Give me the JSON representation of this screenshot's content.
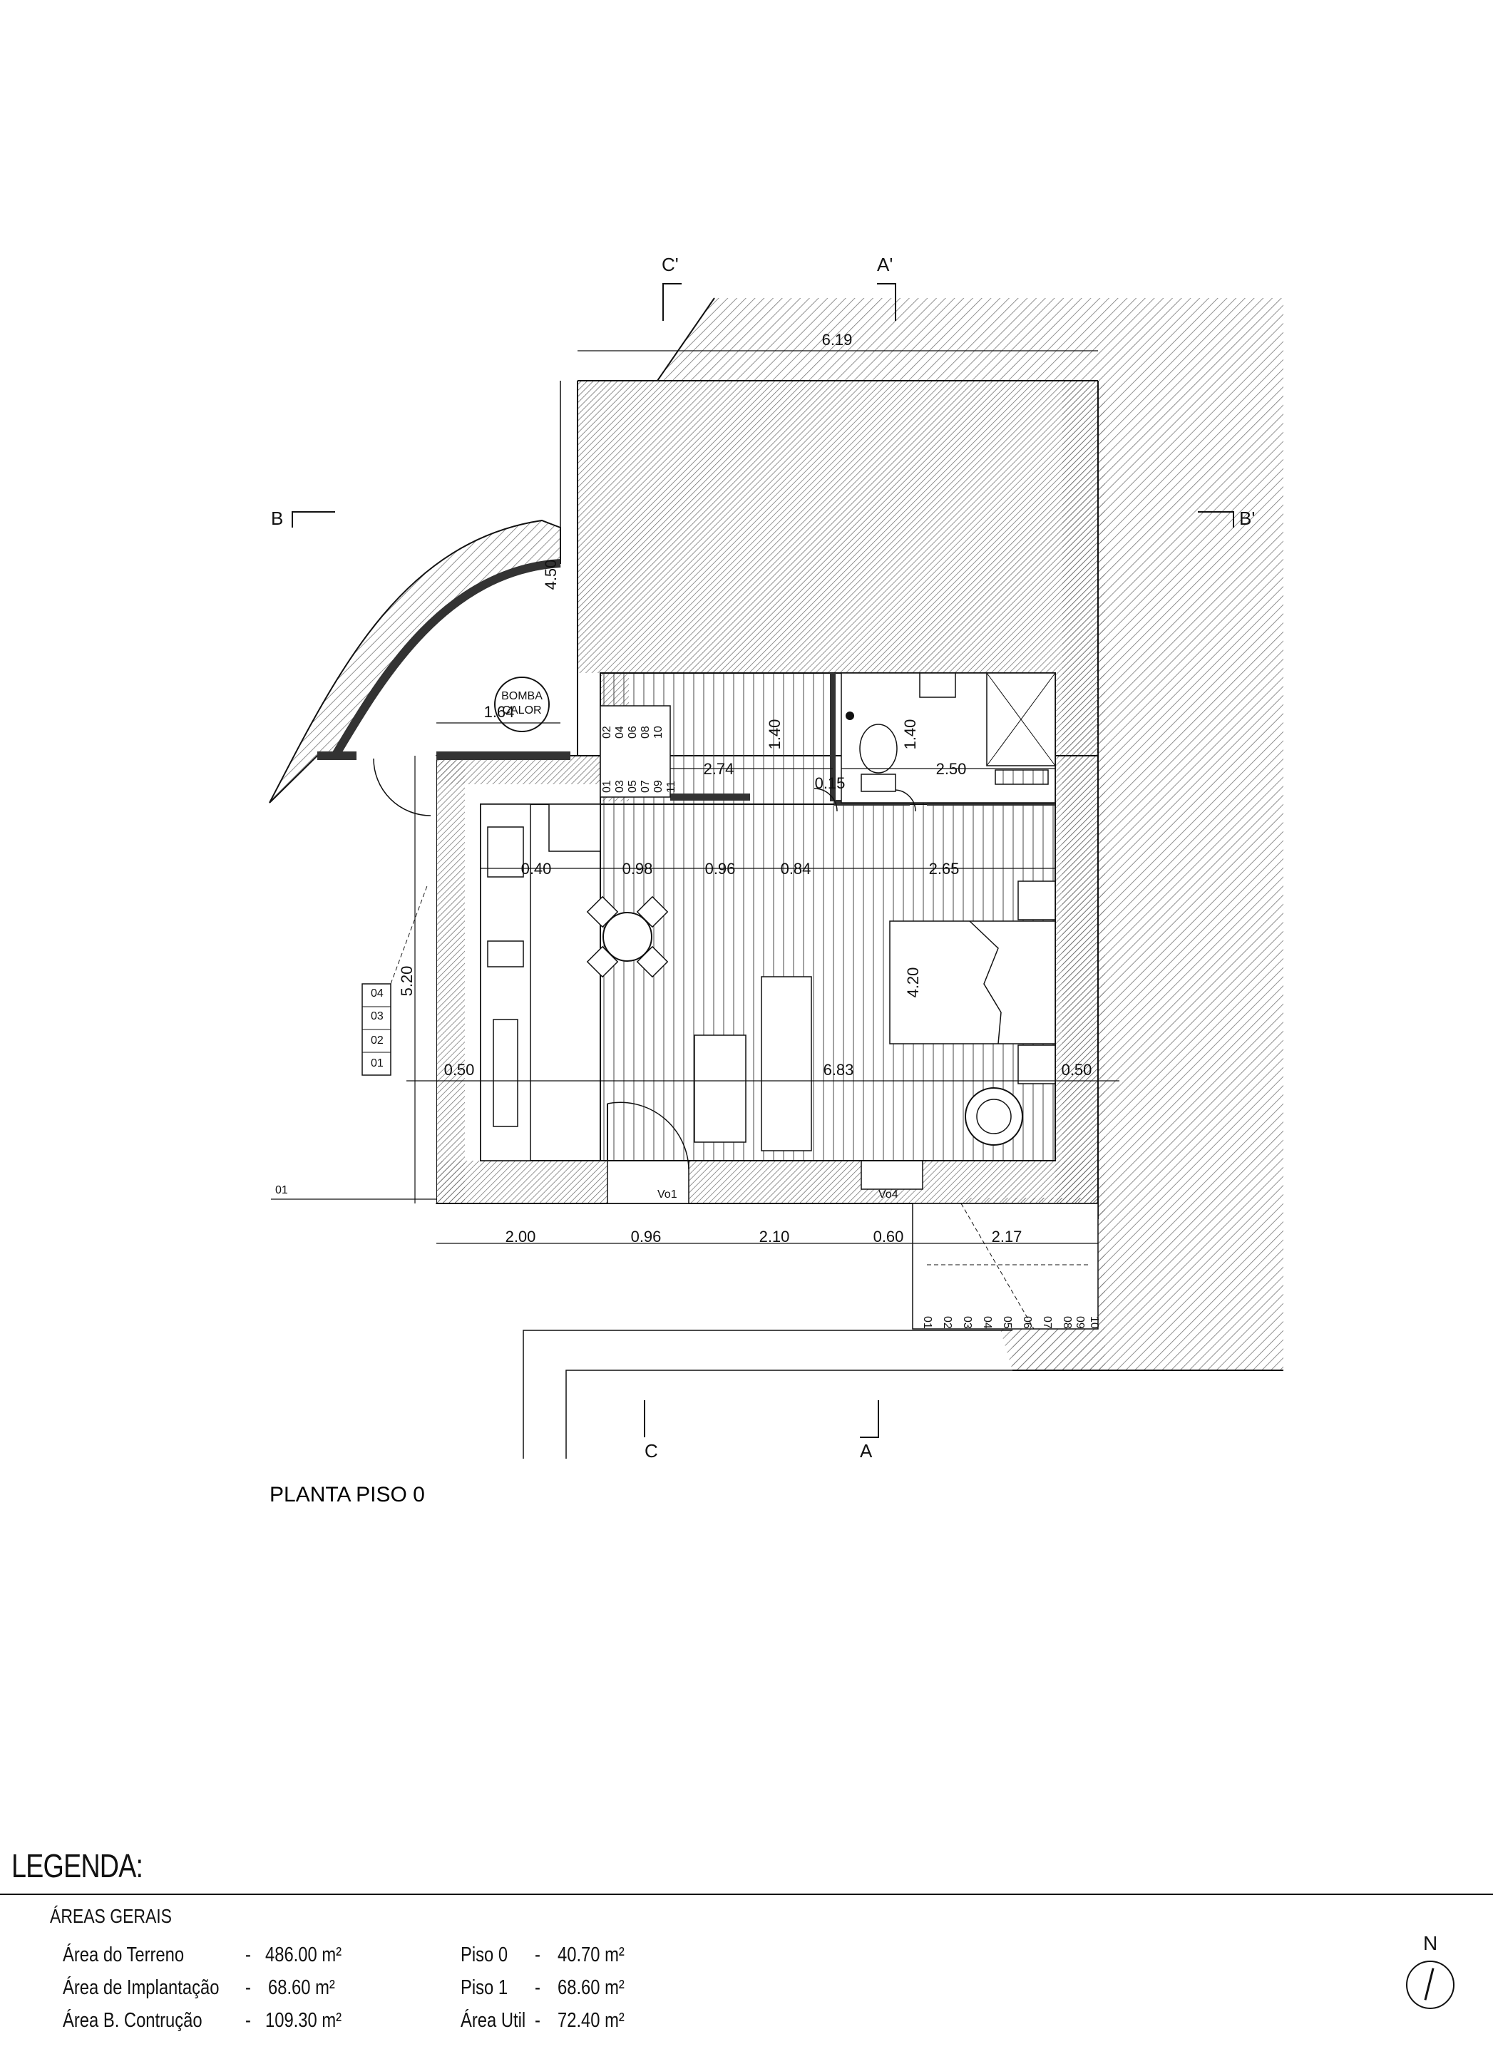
{
  "sections": {
    "c_prime": "C'",
    "a_prime": "A'",
    "b": "B",
    "b_prime": "B'",
    "c": "C",
    "a": "A"
  },
  "dimensions": {
    "top_width": "6.19",
    "curved_wall": "4.50",
    "bomba_width": "1.64",
    "room_2_74": "2.74",
    "room_2_50": "2.50",
    "closet_height": "1.40",
    "bath_height": "1.40",
    "door_0_15": "0.15",
    "row_0_40": "0.40",
    "row_0_98": "0.98",
    "row_0_96": "0.96",
    "row_0_84": "0.84",
    "row_2_65": "2.65",
    "stair_height": "5.20",
    "bed_height": "4.20",
    "wall_left": "0.50",
    "interior_width": "6.83",
    "wall_right": "0.50",
    "bottom_2_00": "2.00",
    "bottom_0_96": "0.96",
    "bottom_2_10": "2.10",
    "bottom_0_60": "0.60",
    "bottom_2_17": "2.17"
  },
  "labels": {
    "bomba_line1": "BOMBA",
    "bomba_line2": "CALOR",
    "level_01": "01",
    "vo1": "Vo1",
    "vo4": "Vo4",
    "plan_title": "PLANTA PISO 0"
  },
  "stairs": {
    "left": [
      "04",
      "03",
      "02",
      "01"
    ],
    "closet": [
      "02",
      "04",
      "06",
      "08",
      "10",
      "01",
      "03",
      "05",
      "07",
      "09",
      "11"
    ],
    "bottom": [
      "01",
      "02",
      "03",
      "04",
      "05",
      "06",
      "07",
      "08",
      "09",
      "10"
    ]
  },
  "legend": {
    "title": "LEGENDA:",
    "subtitle": "ÁREAS GERAIS",
    "rows_left": [
      {
        "label": "Área do Terreno",
        "sep": "-",
        "value": "486.00 m²"
      },
      {
        "label": "Área de Implantação",
        "sep": "-",
        "value": "68.60 m²"
      },
      {
        "label": "Área B. Contrução",
        "sep": "-",
        "value": "109.30 m²"
      }
    ],
    "rows_right": [
      {
        "label": "Piso 0",
        "sep": "-",
        "value": "40.70 m²"
      },
      {
        "label": "Piso 1",
        "sep": "-",
        "value": "68.60 m²"
      },
      {
        "label": "Área Util",
        "sep": "-",
        "value": "72.40 m²"
      }
    ],
    "north": "N"
  }
}
